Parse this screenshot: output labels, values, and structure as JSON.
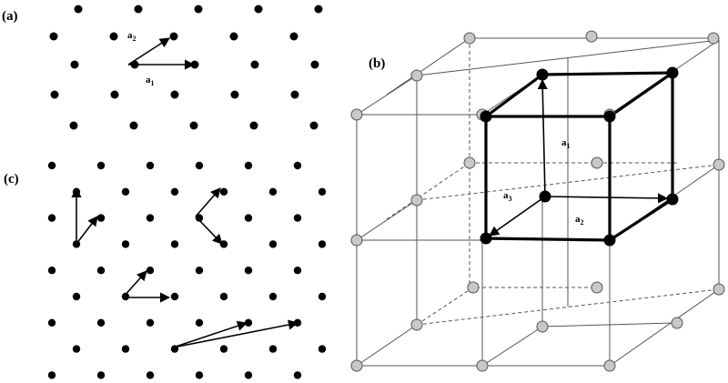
{
  "panels": {
    "a": {
      "label": "(a)",
      "vectors": [
        {
          "base": "a",
          "sub": "2"
        },
        {
          "base": "a",
          "sub": "1"
        }
      ]
    },
    "b": {
      "label": "(b)",
      "vectors": [
        {
          "base": "a",
          "sub": "1"
        },
        {
          "base": "a",
          "sub": "2"
        },
        {
          "base": "a",
          "sub": "3"
        }
      ]
    },
    "c": {
      "label": "(c)"
    }
  },
  "colors": {
    "lattice_point": "#000000",
    "cube_point": "#c8c8c8",
    "edge": "#555555"
  }
}
